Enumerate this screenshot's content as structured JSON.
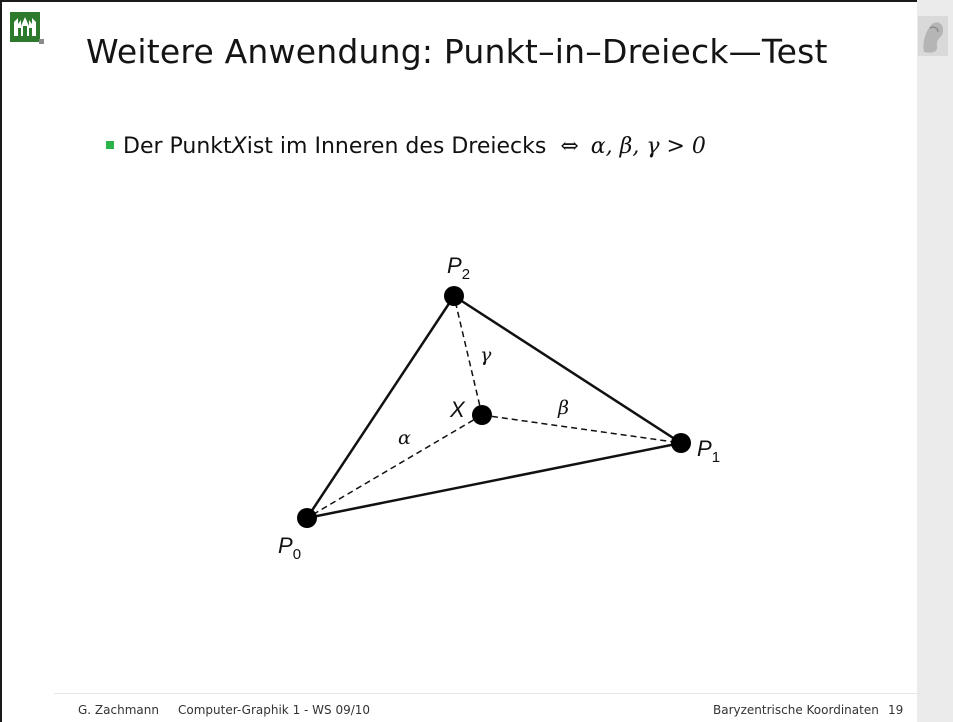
{
  "slide": {
    "title": "Weitere Anwendung: Punkt–in–Dreieck—Test",
    "bullet": {
      "pre": "Der Punkt ",
      "var": "X",
      "post": " ist im Inneren des Dreiecks",
      "equiv": "⇔",
      "condition": "α, β, γ > 0"
    }
  },
  "diagram": {
    "labels": {
      "p0": "P0",
      "p1": "P1",
      "p2": "P2",
      "x": "X",
      "alpha": "α",
      "beta": "β",
      "gamma": "γ"
    }
  },
  "footer": {
    "author": "G. Zachmann",
    "course": "Computer-Graphik 1 - WS 09/10",
    "topic": "Baryzentrische Koordinaten",
    "page": "19"
  },
  "colors": {
    "bullet": "#2bb34a",
    "sidebar": "#ebebeb",
    "frame": "#1a1a1a"
  }
}
